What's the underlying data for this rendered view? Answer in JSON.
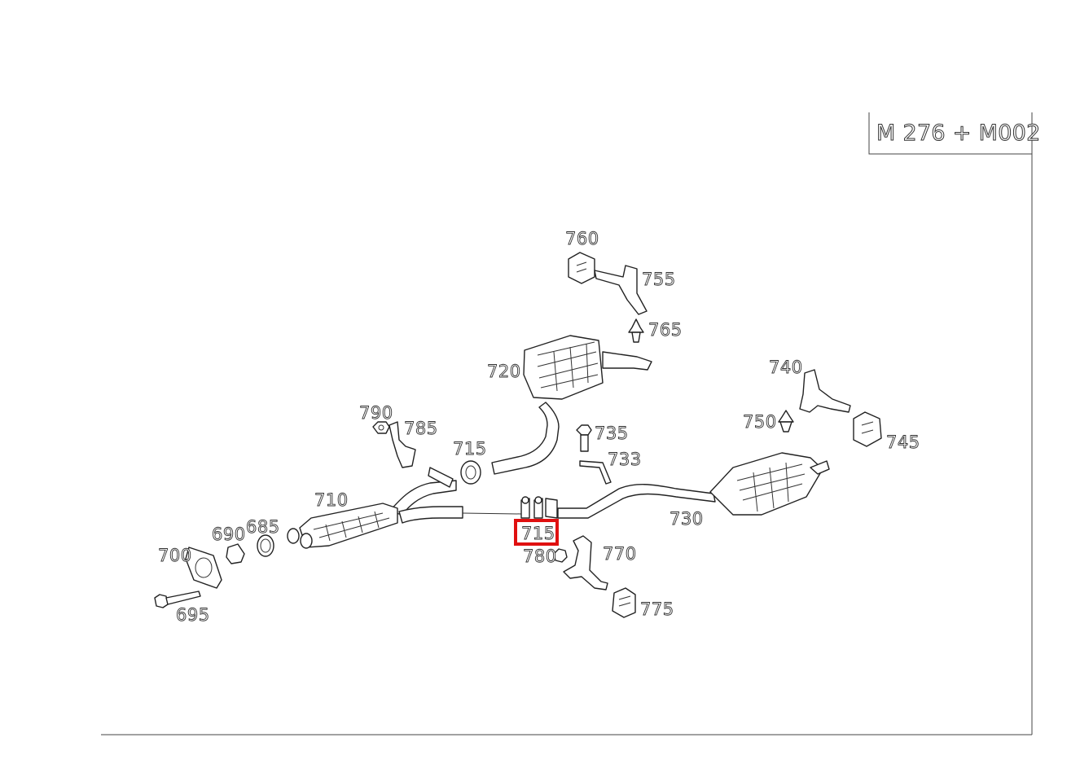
{
  "model_label": "M 276 + M002",
  "highlighted_part": "715",
  "highlight_color": "#e01010",
  "callouts": {
    "p760": "760",
    "p755": "755",
    "p765": "765",
    "p720": "720",
    "p740": "740",
    "p750": "750",
    "p745": "745",
    "p790": "790",
    "p785": "785",
    "p735": "735",
    "p733": "733",
    "p715a": "715",
    "p710": "710",
    "p690": "690",
    "p685": "685",
    "p700": "700",
    "p730": "730",
    "p715b": "715",
    "p780": "780",
    "p770": "770",
    "p775": "775",
    "p695": "695"
  }
}
